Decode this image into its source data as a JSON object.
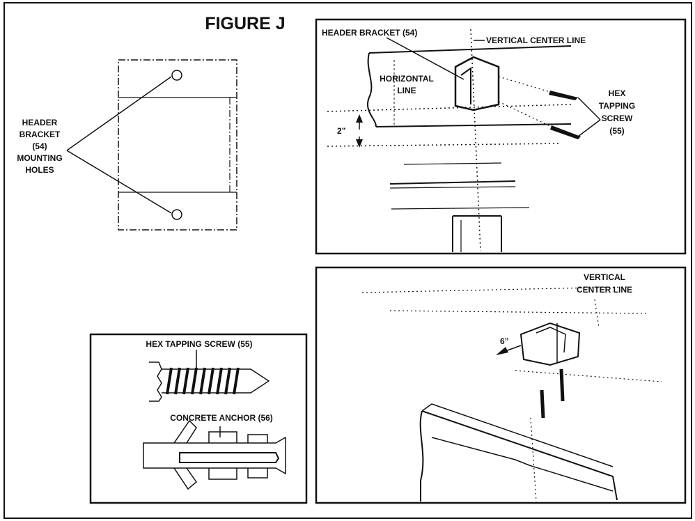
{
  "figure": {
    "title": "FIGURE J",
    "left_labels": {
      "bracket_holes": [
        "HEADER",
        "BRACKET",
        "(54)",
        "MOUNTING",
        "HOLES"
      ]
    },
    "top_right": {
      "header_bracket": "HEADER BRACKET (54)",
      "vertical_center_line": "VERTICAL CENTER LINE",
      "horizontal_line": [
        "HORIZONTAL",
        "LINE"
      ],
      "hex_tapping_screw": [
        "HEX",
        "TAPPING",
        "SCREW",
        "(55)"
      ],
      "dimension": "2”"
    },
    "bottom_left": {
      "hex_tapping_screw": "HEX TAPPING SCREW (55)",
      "concrete_anchor": "CONCRETE ANCHOR (56)"
    },
    "bottom_right": {
      "vertical_center_line": [
        "VERTICAL",
        "CENTER LINE"
      ],
      "dimension": "6”"
    }
  }
}
